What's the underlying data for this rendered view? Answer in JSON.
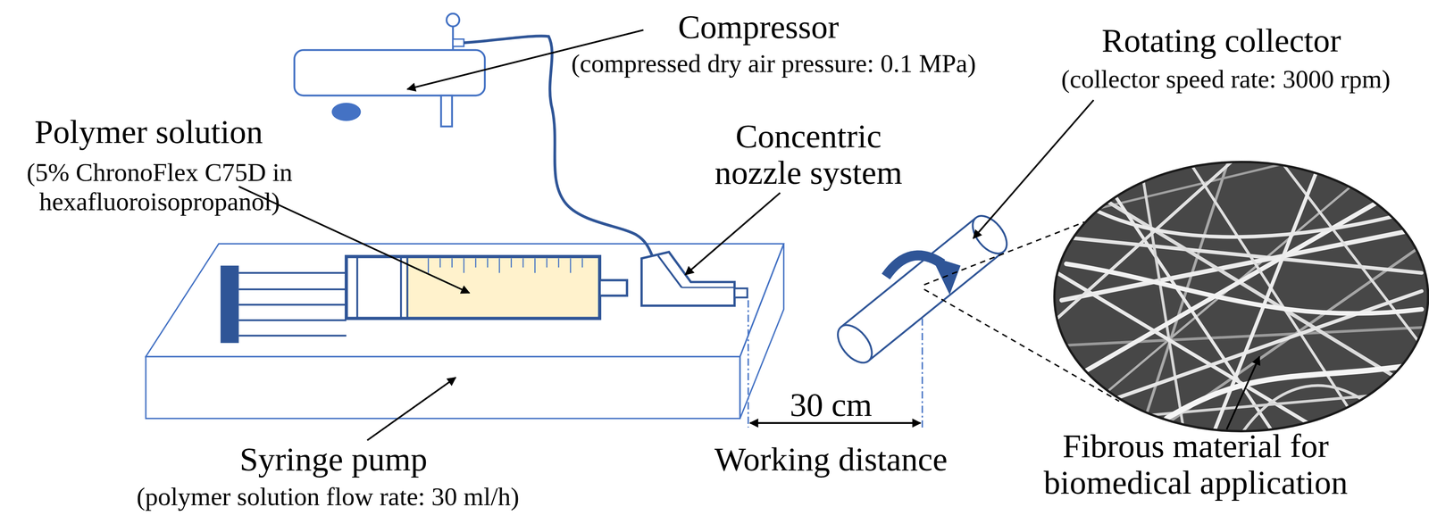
{
  "diagram": {
    "labels": [
      "Compressor",
      "(compressed dry air pressure: 0.1 MPa)",
      "Polymer solution",
      "(5% ChronoFlex C75D in hexafluoroisopropanol)",
      "Concentric nozzle system",
      "Rotating collector",
      "(collector speed rate: 3000 rpm)",
      "Syringe pump",
      "(polymer solution flow rate: 30 ml/h)",
      "30 cm",
      "Working distance",
      "Fibrous material for biomedical application"
    ]
  }
}
